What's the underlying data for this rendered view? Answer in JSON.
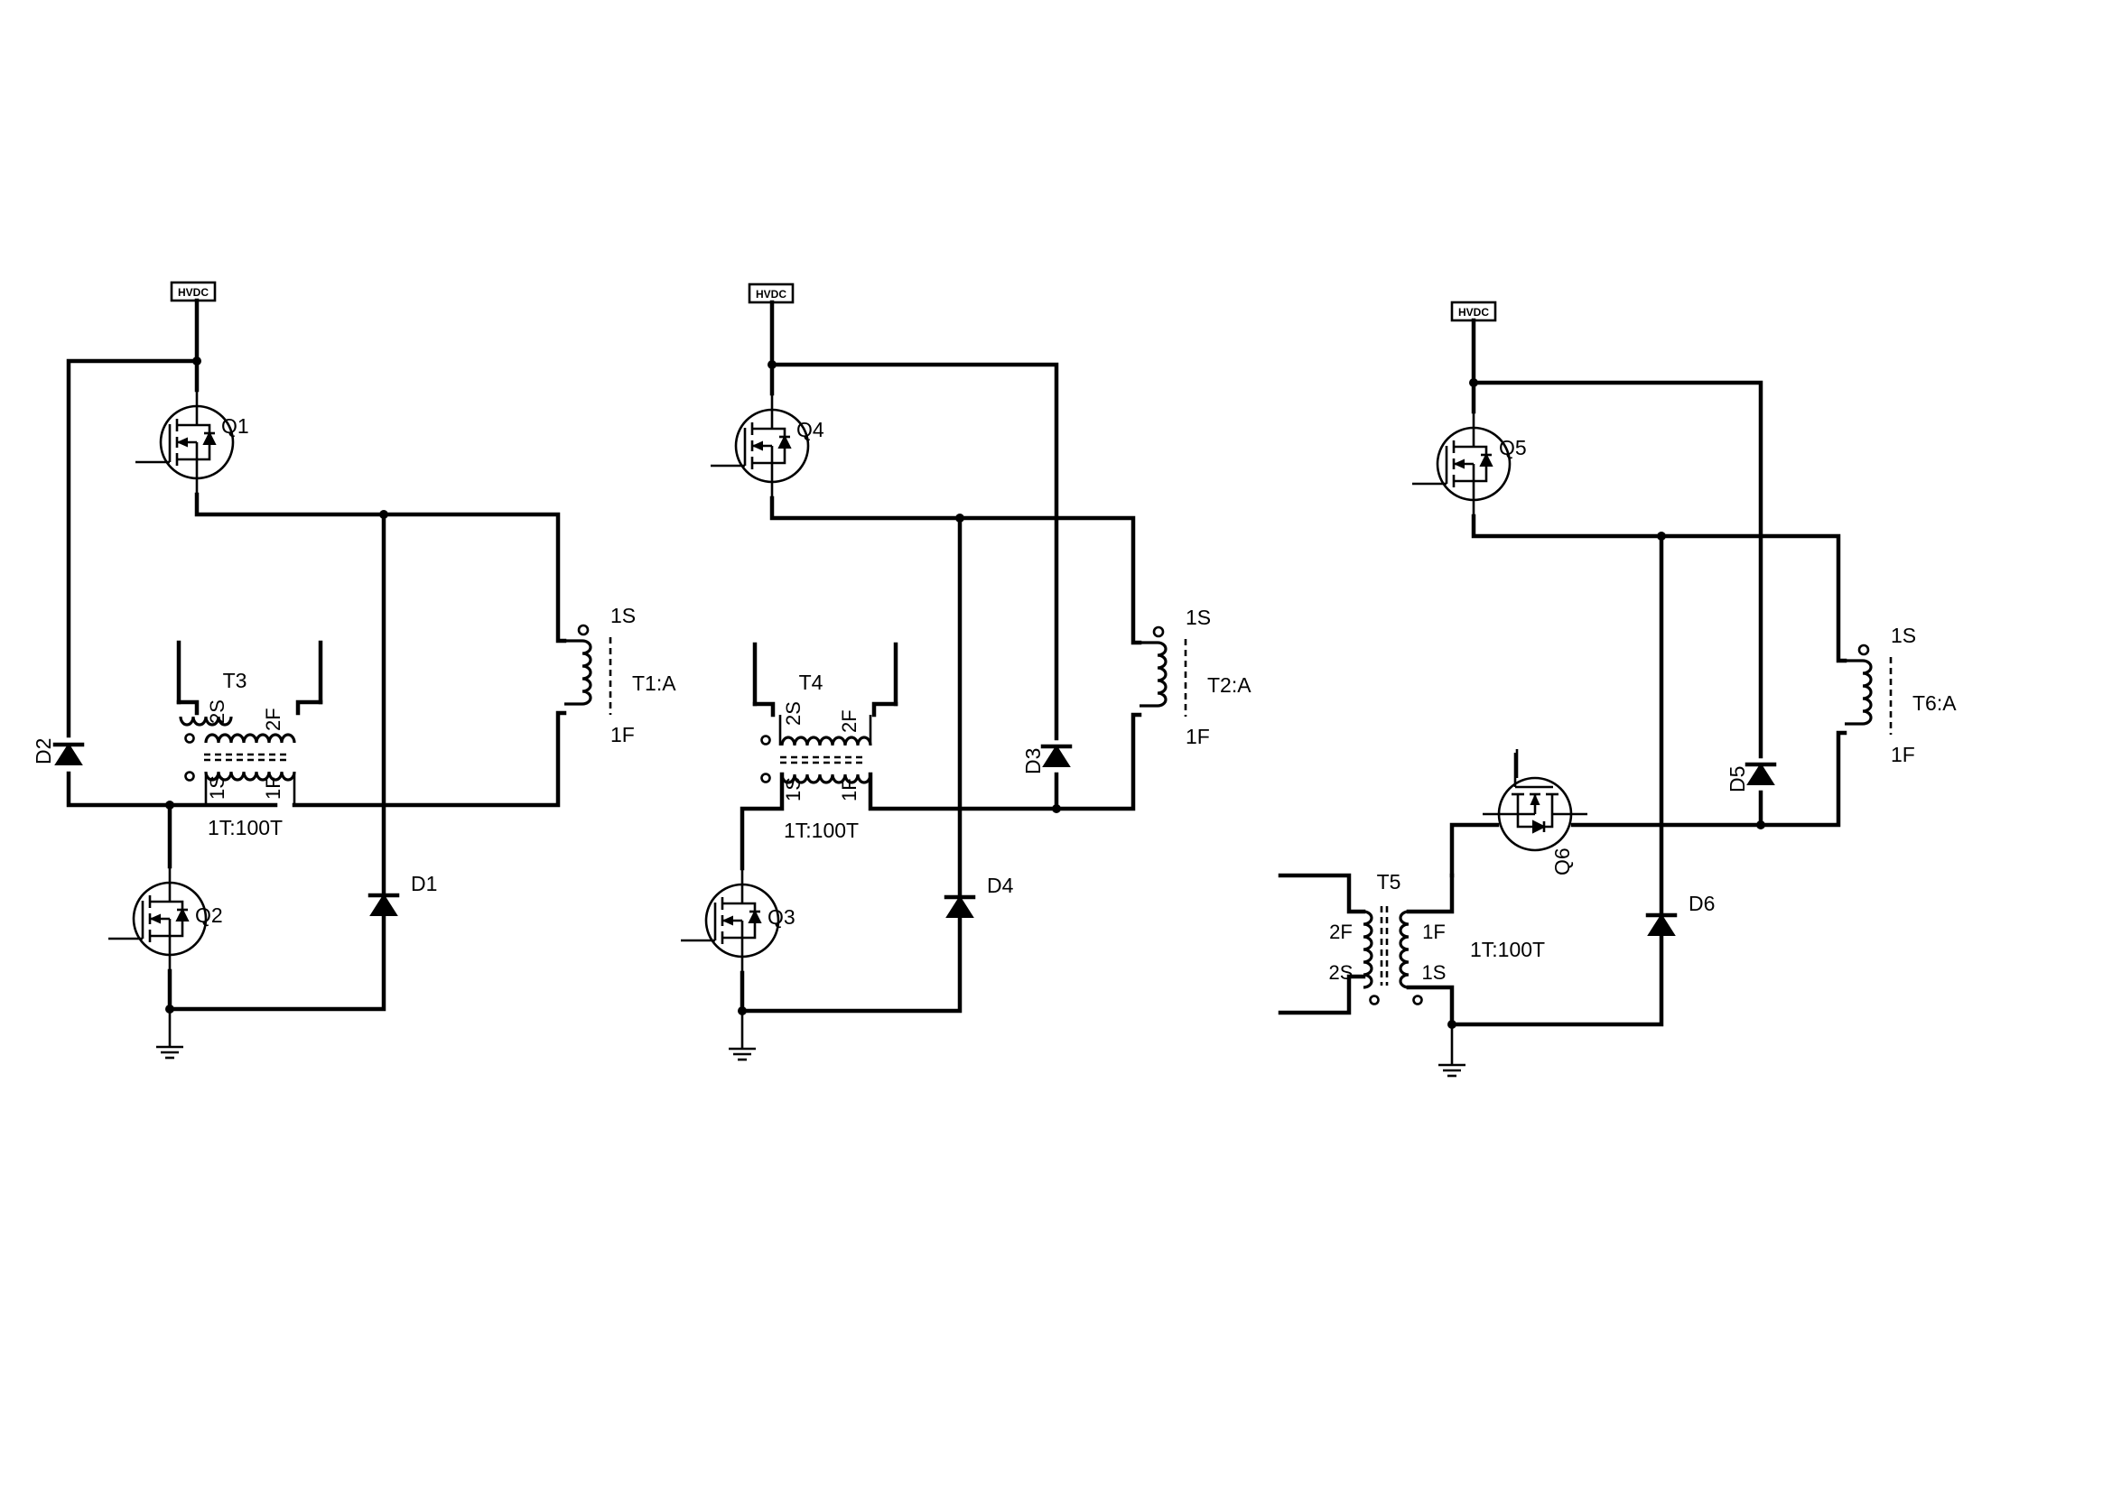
{
  "power_labels": [
    "HVDC",
    "HVDC",
    "HVDC"
  ],
  "circuit1": {
    "q_high": "Q1",
    "q_low": "Q2",
    "d_left": "D2",
    "d_right": "D1",
    "gate_xfmr": "T3",
    "gate_ratio": "1T:100T",
    "gate_pins": [
      "2S",
      "2F",
      "1S",
      "1F"
    ],
    "load_xfmr": "T1:A",
    "load_pins": [
      "1S",
      "1F"
    ]
  },
  "circuit2": {
    "q_high": "Q4",
    "q_low": "Q3",
    "d_left": "D3",
    "d_right": "D4",
    "gate_xfmr": "T4",
    "gate_ratio": "1T:100T",
    "gate_pins": [
      "2S",
      "2F",
      "1S",
      "1F"
    ],
    "load_xfmr": "T2:A",
    "load_pins": [
      "1S",
      "1F"
    ]
  },
  "circuit3": {
    "q_high": "Q5",
    "q_low": "Q6",
    "d_left": "D5",
    "d_right": "D6",
    "gate_xfmr": "T5",
    "gate_ratio": "1T:100T",
    "gate_pins": [
      "2F",
      "2S",
      "1F",
      "1S"
    ],
    "load_xfmr": "T6:A",
    "load_pins": [
      "1S",
      "1F"
    ]
  }
}
